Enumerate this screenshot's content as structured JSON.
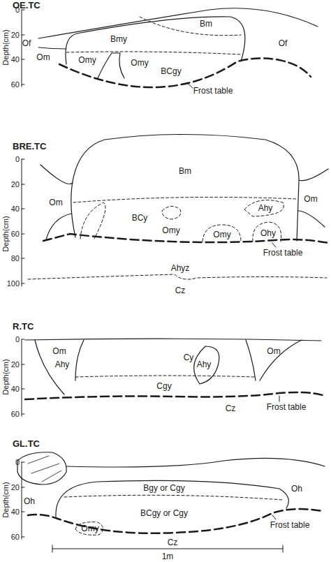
{
  "diagram": {
    "labels": [
      "OE.TC",
      "Depth(cm)",
      "0",
      "20",
      "40",
      "60",
      "Of",
      "Bmy",
      "Bm",
      "Om",
      "Omy",
      "Omy",
      "BCgy",
      "Of",
      "Frost table",
      "BRE.TC",
      "Depth(cm)",
      "0",
      "20",
      "40",
      "60",
      "80",
      "100",
      "Bm",
      "Om",
      "Om",
      "BCy",
      "Ahy",
      "Omy",
      "Ohy",
      "Omy",
      "Frost table",
      "Ahyz",
      "Cz",
      "R.TC",
      "Depth(cm)",
      "0",
      "20",
      "40",
      "60",
      "Om",
      "Ahy",
      "Cy",
      "Ahy",
      "Om",
      "Cgy",
      "Cz",
      "Frost table",
      "GL.TC",
      "Depth(cm)",
      "0",
      "20",
      "40",
      "60",
      "Oh",
      "Bgy or Cgy",
      "Oh",
      "BCgy or Cgy",
      "Omy",
      "Frost table",
      "Cz",
      "1m"
    ]
  }
}
